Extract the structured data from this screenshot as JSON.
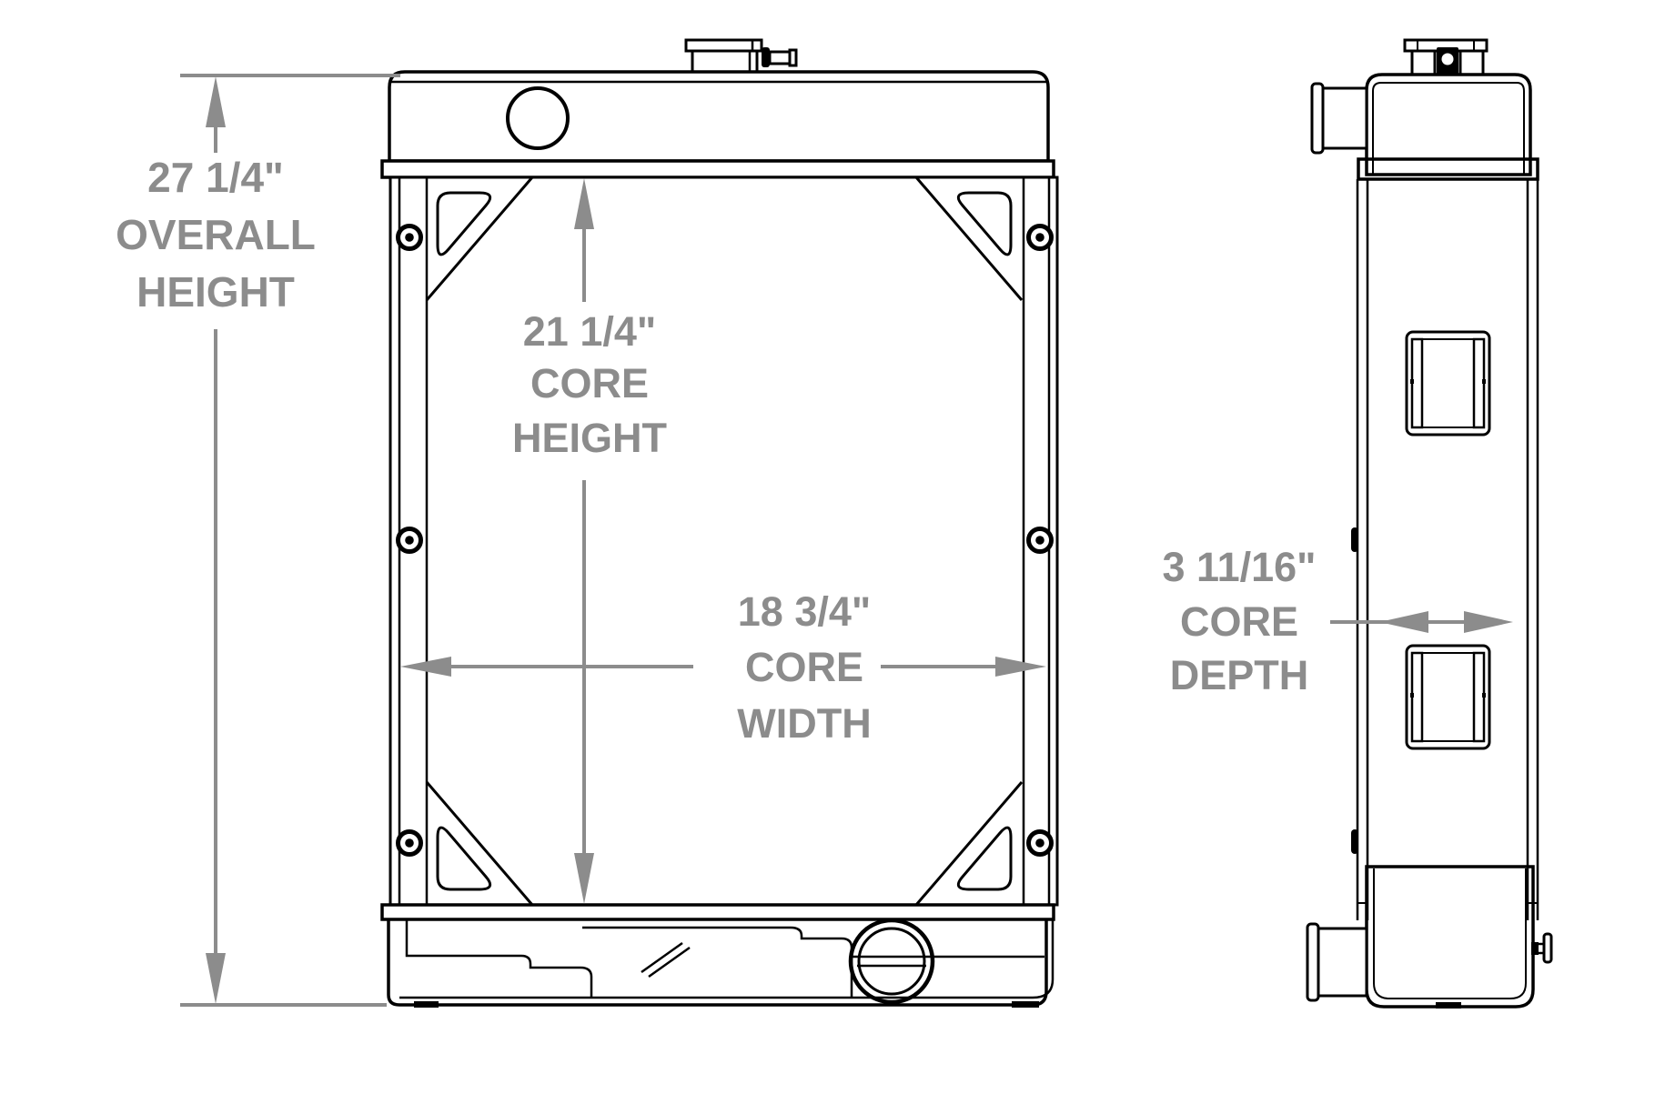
{
  "annotations": {
    "overall_height": {
      "value": "27 1/4\"",
      "line2": "OVERALL",
      "line3": "HEIGHT"
    },
    "core_height": {
      "value": "21 1/4\"",
      "line2": "CORE",
      "line3": "HEIGHT"
    },
    "core_width": {
      "value": "18 3/4\"",
      "line2": "CORE",
      "line3": "WIDTH"
    },
    "core_depth": {
      "value": "3 11/16\"",
      "line2": "CORE",
      "line3": "DEPTH"
    }
  },
  "colors": {
    "annotation_gray": "#8c8c8c",
    "line_black": "#000000",
    "background": "#ffffff"
  }
}
